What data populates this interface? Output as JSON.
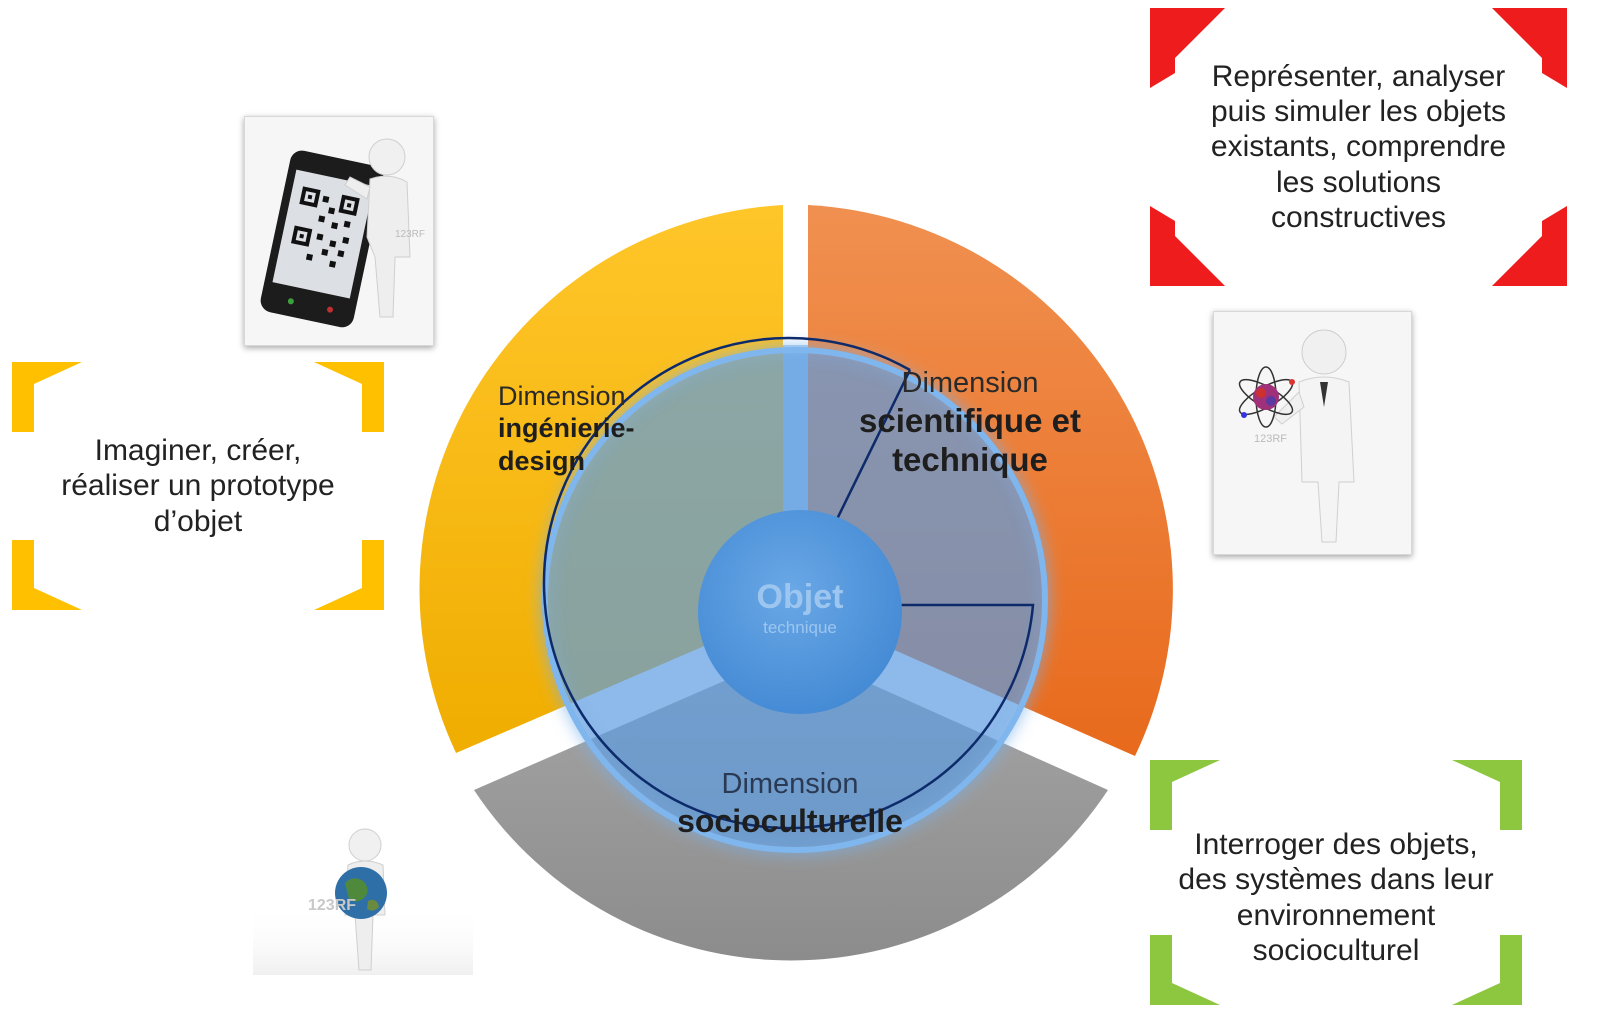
{
  "colors": {
    "red": "#ee1c1c",
    "yellow": "#ffc000",
    "green": "#8dc63f",
    "orange": "#ee7a30",
    "gold": "#f7b500",
    "gray": "#9a9a9a",
    "blue": "#4a90d9",
    "navy": "#0d2a6b"
  },
  "boxes": {
    "scientific": "Représenter, analyser puis simuler les objets existants, comprendre les solutions constructives",
    "engineering": "Imaginer, créer, réaliser un prototype  d’objet",
    "sociocultural": "Interroger des objets, des systèmes dans leur environnement socioculturel"
  },
  "segments": {
    "engineering": {
      "line1": "Dimension",
      "bold": "ingénierie-design"
    },
    "scientific": {
      "line1": "Dimension",
      "bold": "scientifique et technique"
    },
    "sociocultural": {
      "line1": "Dimension",
      "bold": "socioculturelle"
    }
  },
  "center": {
    "title": "Objet",
    "subtitle": "technique"
  },
  "icons": {
    "phone": "qr-phone-figure-icon",
    "scientist": "scientist-atom-figure-icon",
    "globe": "figure-holding-globe-icon"
  },
  "watermarks": {
    "w1": "123RF",
    "w2": "123RF"
  }
}
